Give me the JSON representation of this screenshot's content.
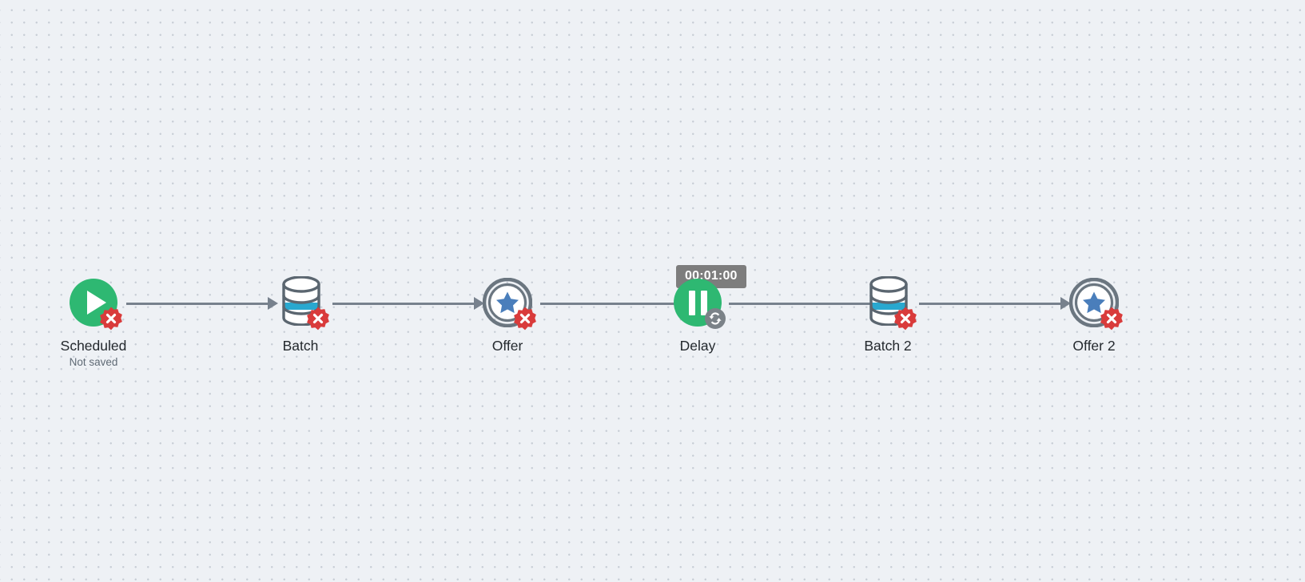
{
  "canvas": {
    "background_color": "#eef1f5",
    "dot_color": "#c8ced6",
    "connector_color": "#77818d"
  },
  "colors": {
    "green": "#2eb872",
    "error_red": "#d93b3b",
    "star_blue": "#4a7ebb",
    "db_band_blue": "#29a8cf",
    "db_outline": "#5b6670",
    "tooltip_gray": "#7d7d7d",
    "label_text": "#24292e",
    "sublabel_text": "#5f6a75"
  },
  "workflow": {
    "nodes": [
      {
        "id": "scheduled",
        "label": "Scheduled",
        "sublabel": "Not saved",
        "icon": "play-circle-icon",
        "badge": "error-badge",
        "status": "error"
      },
      {
        "id": "batch",
        "label": "Batch",
        "sublabel": "",
        "icon": "database-icon",
        "badge": "error-badge",
        "status": "error"
      },
      {
        "id": "offer",
        "label": "Offer",
        "sublabel": "",
        "icon": "offer-star-icon",
        "badge": "error-badge",
        "status": "error"
      },
      {
        "id": "delay",
        "label": "Delay",
        "sublabel": "",
        "icon": "pause-circle-icon",
        "badge": "recurrence-icon",
        "status": "ok",
        "tooltip": "00:01:00"
      },
      {
        "id": "batch-2",
        "label": "Batch 2",
        "sublabel": "",
        "icon": "database-icon",
        "badge": "error-badge",
        "status": "error"
      },
      {
        "id": "offer-2",
        "label": "Offer 2",
        "sublabel": "",
        "icon": "offer-star-icon",
        "badge": "error-badge",
        "status": "error"
      }
    ],
    "connectors": [
      {
        "from": "scheduled",
        "to": "batch"
      },
      {
        "from": "batch",
        "to": "offer"
      },
      {
        "from": "offer",
        "to": "delay"
      },
      {
        "from": "delay",
        "to": "batch-2"
      },
      {
        "from": "batch-2",
        "to": "offer-2"
      }
    ]
  }
}
